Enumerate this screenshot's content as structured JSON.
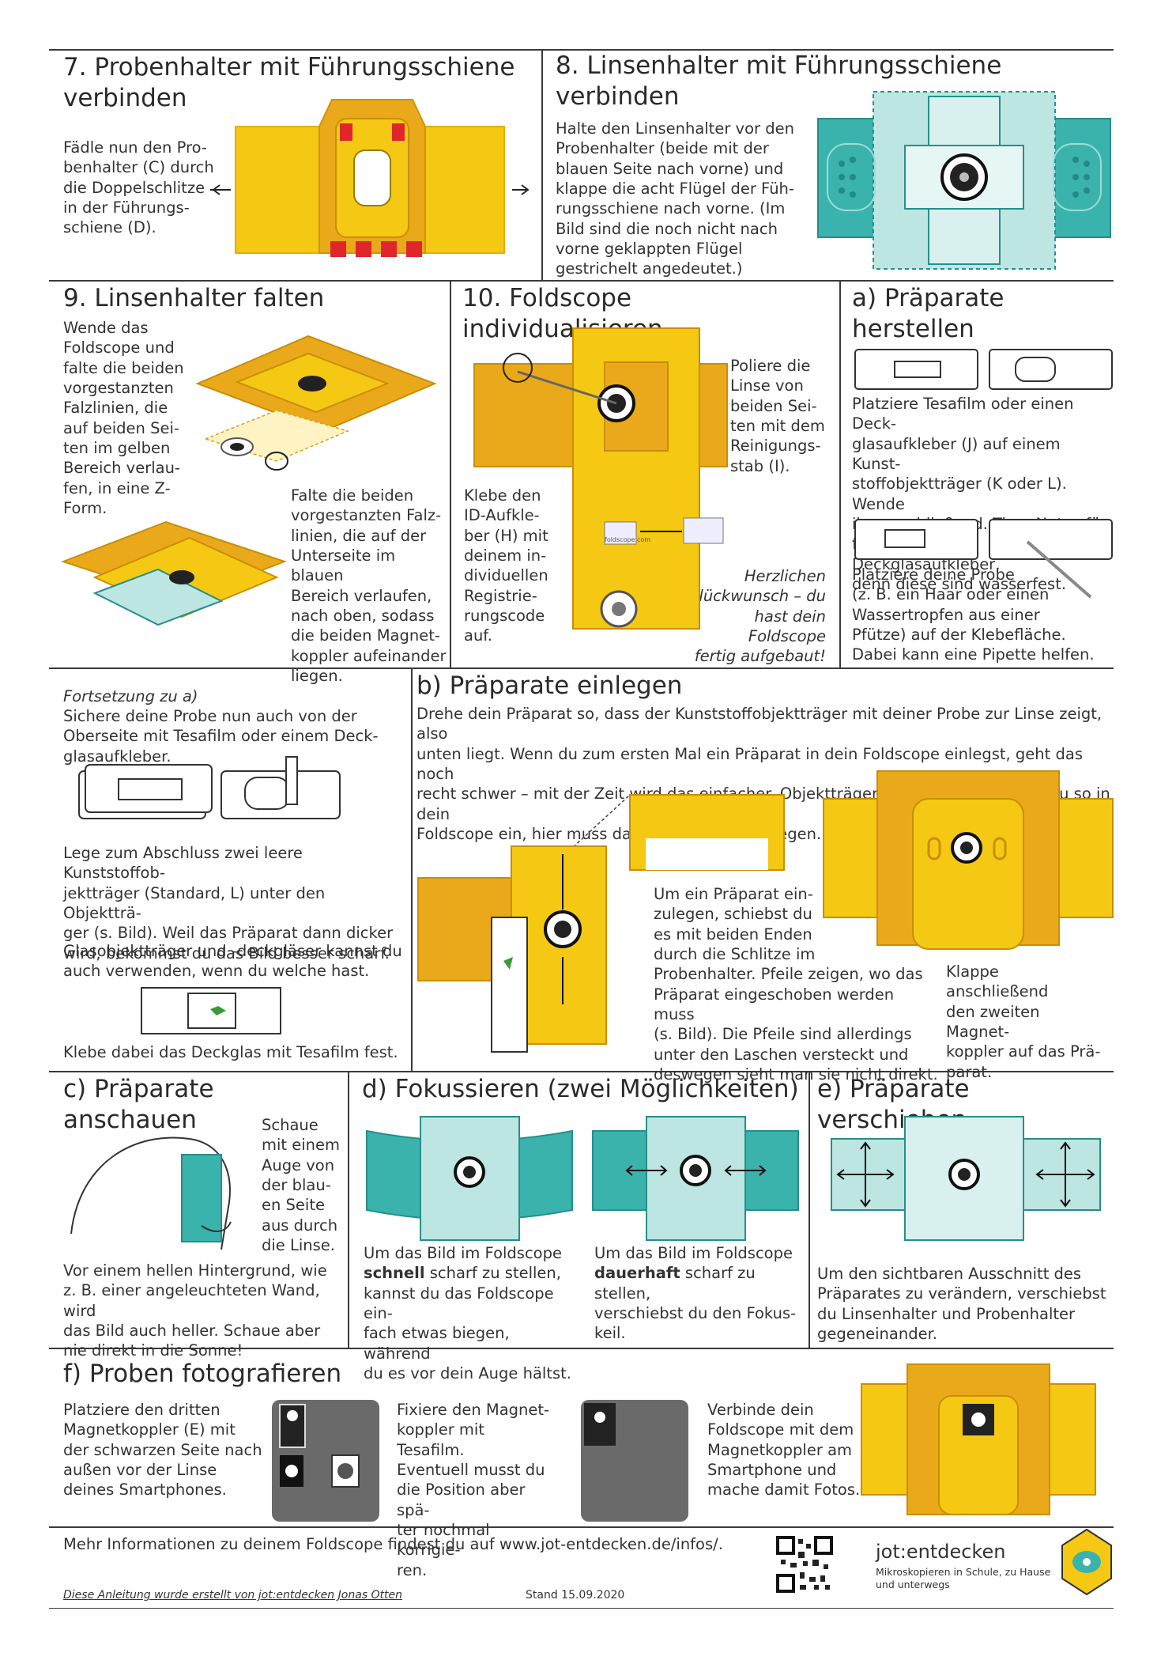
{
  "sec7": {
    "title": "7. Probenhalter mit Führungsschiene\nverbinden",
    "text": "Fädle nun den Pro-\nbenhalter (C) durch\ndie Doppelschlitze\nin der Führungs-\nschiene (D)."
  },
  "sec8": {
    "title": "8. Linsenhalter mit Führungsschiene\nverbinden",
    "text": "Halte den Linsenhalter vor den\nProbenhalter (beide mit der\nblauen Seite nach vorne) und\nklappe die acht Flügel der Füh-\nrungsschiene nach vorne. (Im\nBild sind die noch nicht nach\nvorne geklappten Flügel\ngestrichelt angedeutet.)"
  },
  "sec9": {
    "title": "9. Linsenhalter falten",
    "text1": "Wende das\nFoldscope und\nfalte die beiden\nvorgestanzten\nFalzlinien, die\nauf beiden Sei-\nten im gelben\nBereich verlau-\nfen, in eine Z-\nForm.",
    "text2": "Falte die beiden\nvorgestanzten Falz-\nlinien, die auf der\nUnterseite im blauen\nBereich verlaufen,\nnach oben, sodass\ndie beiden Magnet-\nkoppler aufeinander\nliegen."
  },
  "sec10": {
    "title": "10. Foldscope individualisieren",
    "text1": "Poliere die\nLinse von\nbeiden Sei-\nten mit dem\nReinigungs-\nstab (I).",
    "text2": "Klebe den\nID-Aufkle-\nber (H) mit\ndeinem in-\ndividuellen\nRegistrie-\nrungscode\nauf.",
    "congrats": "Herzlichen\nGlückwunsch – du\nhast dein Foldscope\nfertig aufgebaut!",
    "sticker_label": "foldscope.com"
  },
  "secA": {
    "title": "a) Präparate\nherstellen",
    "text1": "Platziere Tesafilm oder einen Deck-\nglasaufkleber (J) auf einem Kunst-\nstoffobjektträger (K oder L). Wende\nihn anschließend. Tipp: Nutze für\nflüssige Proben Deckglasaufkleber,\ndenn diese sind wasserfest.",
    "text2": "Platziere deine Probe\n(z. B. ein Haar oder einen\nWassertropfen aus einer\nPfütze) auf der Klebefläche.\nDabei kann eine Pipette helfen."
  },
  "secCont": {
    "label": "Fortsetzung zu a)",
    "text1": "Sichere deine Probe nun auch von der\nOberseite mit Tesafilm oder einem Deck-\nglasaufkleber.",
    "text2": "Lege zum Abschluss zwei leere Kunststoffob-\njektträger (Standard, L) unter den Objektträ-\nger (s. Bild). Weil das Präparat dann dicker\nwird, bekommst du das Bild besser scharf.",
    "text3": "Glasobjektträger und -deckgläser kannst du\nauch verwenden, wenn du welche hast.",
    "text4": "Klebe dabei das Deckglas mit Tesafilm fest."
  },
  "secB": {
    "title": "b) Präparate einlegen",
    "text1": "Drehe dein Präparat so, dass der Kunststoffobjektträger mit deiner Probe zur Linse zeigt, also\nunten liegt. Wenn du zum ersten Mal ein Präparat in dein Foldscope einlegst, geht das noch\nrecht schwer – mit der Zeit wird das einfacher. Objektträger aus Glas legst du genau so in dein\nFoldscope ein, hier muss das Deckglas unten liegen.",
    "text2": "Um ein Präparat ein-\nzulegen, schiebst du\nes mit beiden Enden\ndurch die Schlitze im\nProbenhalter. Pfeile zeigen, wo das\nPräparat eingeschoben werden muss\n(s. Bild). Die Pfeile sind allerdings\nunter den Laschen versteckt und\ndeswegen sieht man sie nicht direkt.",
    "text3": "Klappe anschließend\nden zweiten Magnet-\nkoppler auf das Prä-\nparat."
  },
  "secC": {
    "title": "c) Präparate anschauen",
    "text1": "Schaue\nmit einem\nAuge von\nder blau-\nen Seite\naus durch\ndie Linse.",
    "text2": "Vor einem hellen Hintergrund, wie\nz. B. einer angeleuchteten Wand, wird\ndas Bild auch heller. Schaue aber\nnie direkt in die Sonne!"
  },
  "secD": {
    "title": "d) Fokussieren (zwei Möglichkeiten)",
    "left_pre": "Um das Bild im Foldscope\n",
    "left_bold": "schnell",
    "left_post": " scharf zu stellen,\nkannst du das Foldscope ein-\nfach etwas biegen, während\ndu es vor dein Auge hältst.",
    "right_pre": "Um das Bild im Foldscope\n",
    "right_bold": "dauerhaft",
    "right_post": " scharf zu stellen,\nverschiebst du den Fokus-\nkeil."
  },
  "secE": {
    "title": "e) Präparate verschieben",
    "text": "Um den sichtbaren Ausschnitt des\nPräparates zu verändern, verschiebst\ndu Linsenhalter und Probenhalter\ngegeneinander."
  },
  "secF": {
    "title": "f) Proben fotografieren",
    "text1": "Platziere den dritten\nMagnetkoppler (E) mit\nder schwarzen Seite nach\naußen vor der Linse\ndeines Smartphones.",
    "text2": "Fixiere den Magnet-\nkoppler mit Tesafilm.\nEventuell musst du\ndie Position aber spä-\nter nochmal korrigie-\nren.",
    "text3": "Verbinde dein\nFoldscope mit dem\nMagnetkoppler am\nSmartphone und\nmache damit Fotos."
  },
  "footer": {
    "info": "Mehr Informationen zu deinem Foldscope findest du auf www.jot-entdecken.de/infos/.",
    "credit": "Diese Anleitung wurde erstellt von jot:entdecken Jonas Otten",
    "date": "Stand 15.09.2020",
    "brand": "jot:entdecken",
    "tagline": "Mikroskopieren in Schule, zu Hause\nund unterwegs"
  },
  "colors": {
    "yellow": "#f5c813",
    "orange": "#e9a91a",
    "teal": "#3bb3ad",
    "lightteal": "#bde6e2",
    "red": "#e0262b",
    "rule": "#3a3a3a"
  }
}
